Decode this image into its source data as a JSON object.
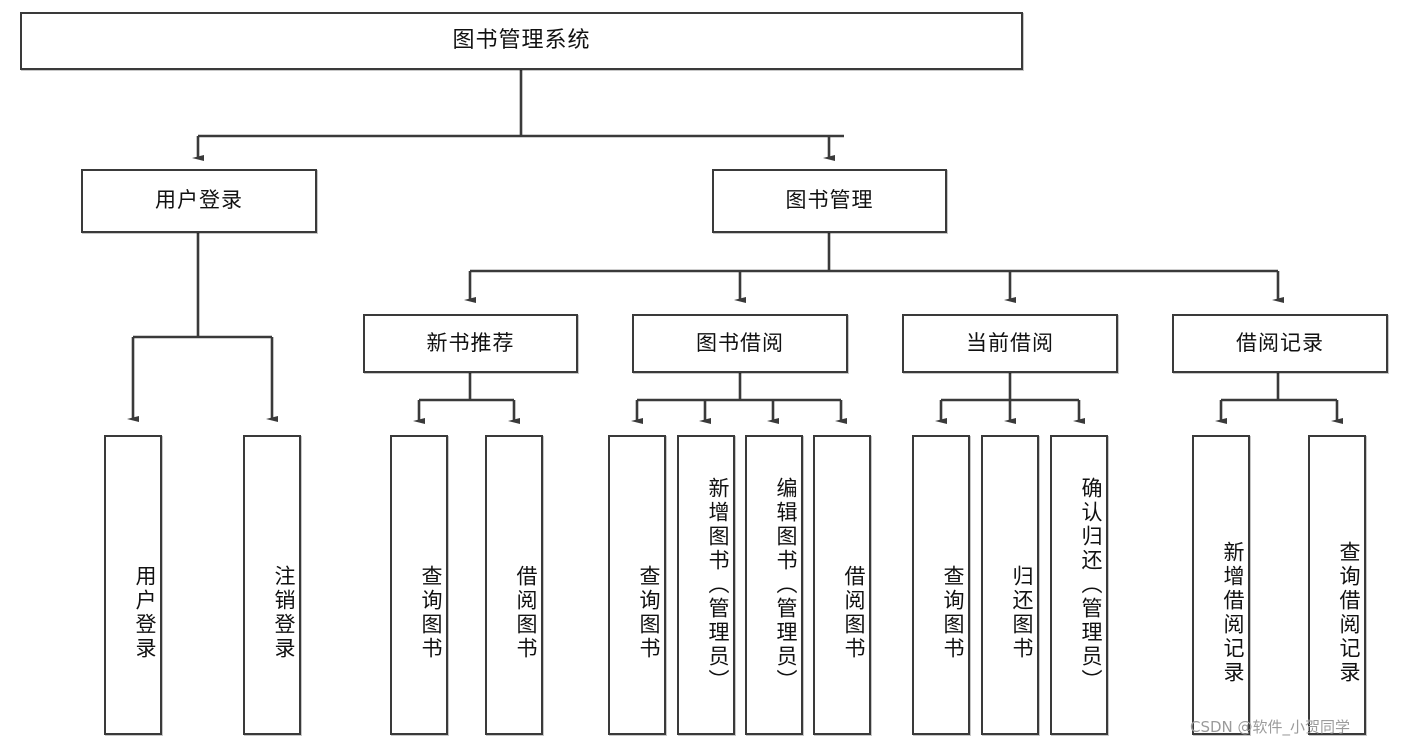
{
  "diagram": {
    "title": "图书管理系统",
    "type": "tree-hierarchy-chart",
    "watermark": "CSDN @软件_小贺同学",
    "colors": {
      "border": "#3a3a3a",
      "fill": "#ffffff",
      "text": "#111111",
      "watermark": "#9b9b9b"
    }
  },
  "nodes": {
    "root": {
      "label": "图书管理系统"
    },
    "level2": [
      {
        "id": "user-login",
        "label": "用户登录"
      },
      {
        "id": "book-management",
        "label": "图书管理"
      }
    ],
    "level3": [
      {
        "id": "new-book-recommend",
        "label": "新书推荐"
      },
      {
        "id": "book-borrow",
        "label": "图书借阅"
      },
      {
        "id": "current-borrow",
        "label": "当前借阅"
      },
      {
        "id": "borrow-record",
        "label": "借阅记录"
      }
    ],
    "leaves": {
      "user_login": [
        {
          "id": "leaf-user-login",
          "label": "用户登录"
        },
        {
          "id": "leaf-logout-login",
          "label": "注销登录"
        }
      ],
      "new_book_recommend": [
        {
          "id": "leaf-query-book-1",
          "label": "查询图书"
        },
        {
          "id": "leaf-borrow-book-1",
          "label": "借阅图书"
        }
      ],
      "book_borrow": [
        {
          "id": "leaf-query-book-2",
          "label": "查询图书"
        },
        {
          "id": "leaf-add-book",
          "label": "新增图书（管理员）"
        },
        {
          "id": "leaf-edit-book",
          "label": "编辑图书（管理员）"
        },
        {
          "id": "leaf-borrow-book-2",
          "label": "借阅图书"
        }
      ],
      "current_borrow": [
        {
          "id": "leaf-query-book-3",
          "label": "查询图书"
        },
        {
          "id": "leaf-return-book",
          "label": "归还图书"
        },
        {
          "id": "leaf-confirm-return",
          "label": "确认归还（管理员）"
        }
      ],
      "borrow_record": [
        {
          "id": "leaf-add-record",
          "label": "新增借阅记录"
        },
        {
          "id": "leaf-query-record",
          "label": "查询借阅记录"
        }
      ]
    }
  }
}
